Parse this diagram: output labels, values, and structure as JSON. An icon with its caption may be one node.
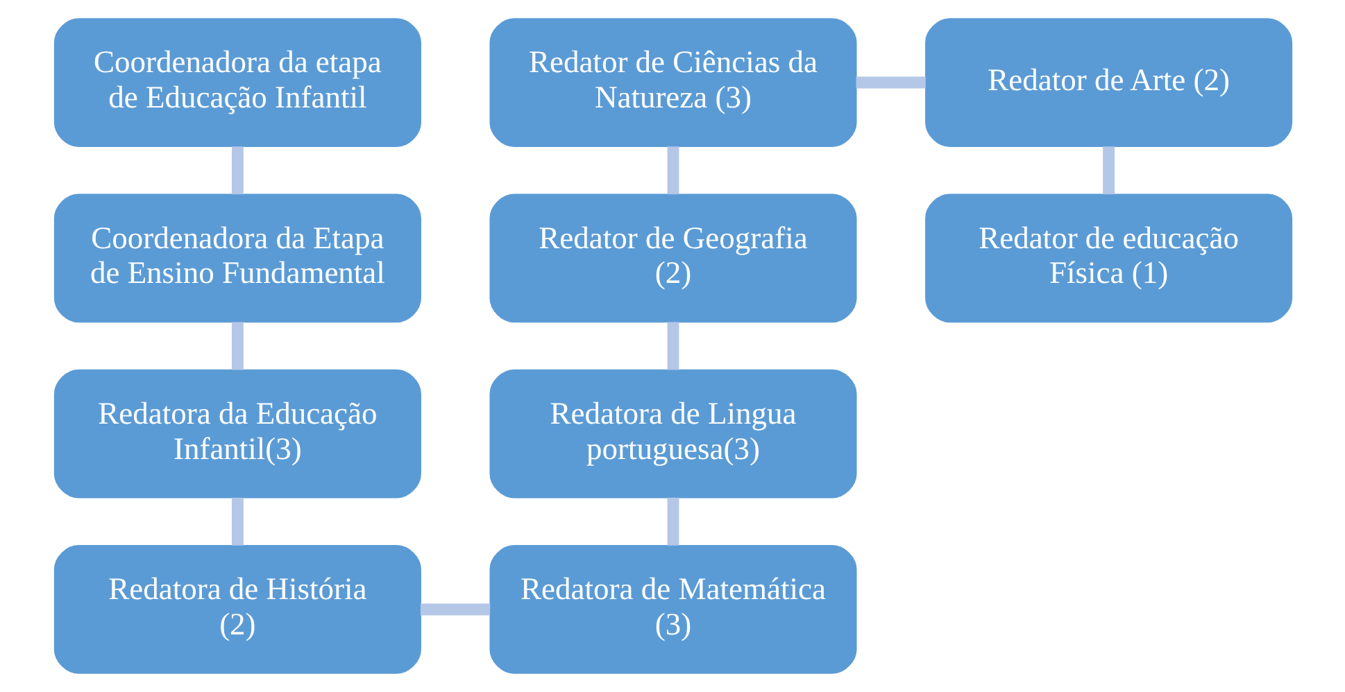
{
  "diagram": {
    "nodes": [
      {
        "text": [
          "Coordenadora da etapa de Educação Infantil"
        ]
      },
      {
        "text": [
          "Coordenadora da Etapa de Ensino Fundamental"
        ]
      },
      {
        "text": [
          "Redatora da Educação Infantil(3)"
        ]
      },
      {
        "text": [
          "Redatora de História (2)"
        ]
      },
      {
        "text": [
          "Redatora de Matemática (3)"
        ]
      },
      {
        "text": [
          "Redatora de Lingua portuguesa(3)"
        ]
      },
      {
        "text": [
          "Redator de Geografia (2)"
        ]
      },
      {
        "text": [
          "Redator de Ciências da Natureza (3)"
        ]
      },
      {
        "text": [
          "Redator de Arte (2)"
        ]
      },
      {
        "text": [
          "Redator de educação Física (1)"
        ]
      }
    ],
    "edges": [
      {
        "from": 0,
        "to": 1,
        "arrow": "none"
      },
      {
        "from": 1,
        "to": 2,
        "arrow": "none"
      },
      {
        "from": 2,
        "to": 3,
        "arrow": "none"
      },
      {
        "from": 3,
        "to": 4,
        "arrow": "none"
      },
      {
        "from": 5,
        "to": 4,
        "arrow": "none"
      },
      {
        "from": 6,
        "to": 5,
        "arrow": "none"
      },
      {
        "from": 7,
        "to": 6,
        "arrow": "none"
      },
      {
        "from": 7,
        "to": 8,
        "arrow": "none"
      },
      {
        "from": 8,
        "to": 9,
        "arrow": "none"
      }
    ]
  }
}
